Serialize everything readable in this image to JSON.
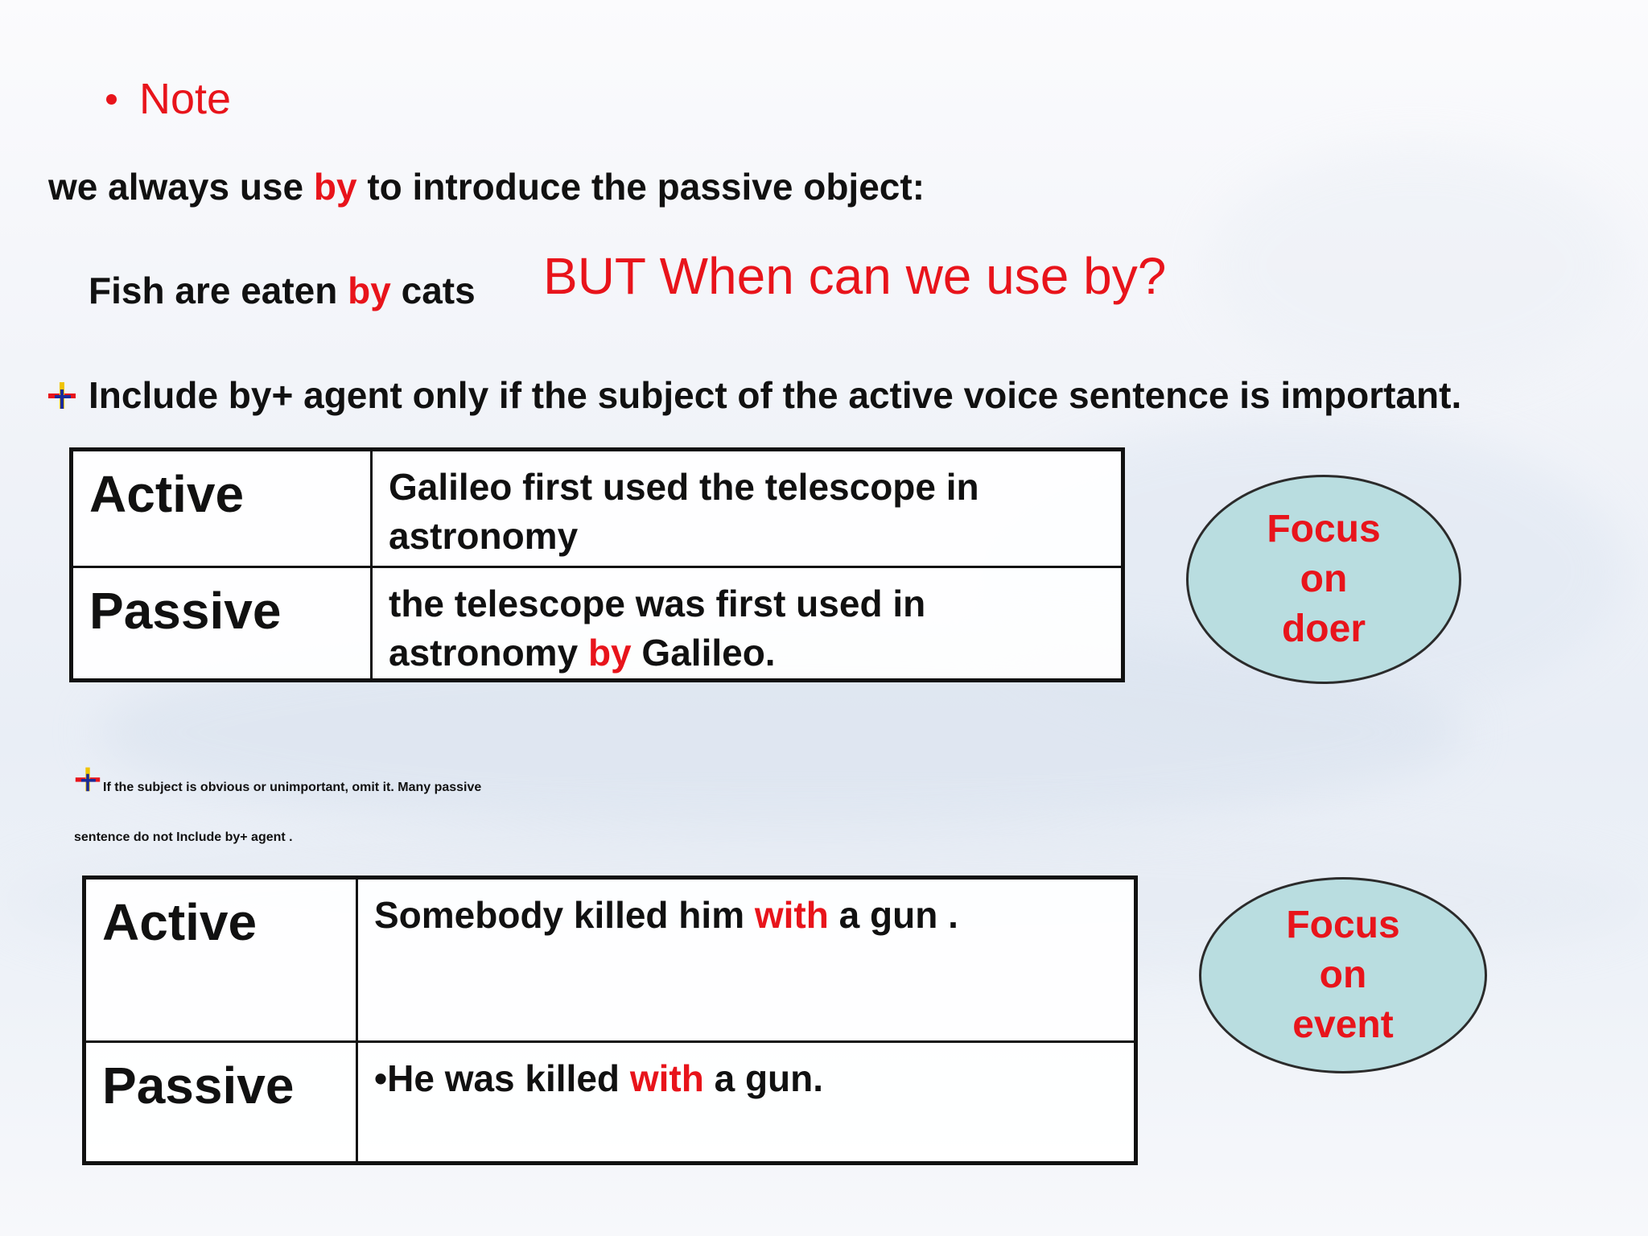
{
  "note": {
    "label": "Note"
  },
  "intro": {
    "before": "we always use ",
    "highlight": "by",
    "after": " to introduce the passive object:"
  },
  "example": {
    "before": "Fish are eaten ",
    "highlight": "by",
    "after": " cats"
  },
  "question": "BUT When can we use by?",
  "rule1": {
    "text": "Include by+ agent only if the subject of the active voice sentence is important."
  },
  "table1": {
    "active_label": "Active",
    "active_line1": "Galileo first used the telescope in",
    "active_line2": "astronomy",
    "passive_label": "Passive",
    "passive_line1": "the telescope  was first used in",
    "passive_line2_before": "astronomy ",
    "passive_line2_highlight": "by",
    "passive_line2_after": " Galileo."
  },
  "focus1": {
    "line1": "Focus",
    "line2": "on",
    "line3": "doer"
  },
  "rule2": {
    "line1": "If the subject is obvious or unimportant, omit it. Many passive",
    "line2": "sentence do not Include by+ agent ."
  },
  "table2": {
    "active_label": "Active",
    "active_before": "Somebody killed him ",
    "active_highlight": "with",
    "active_after": " a gun .",
    "passive_label": "Passive",
    "passive_before": "•He was killed ",
    "passive_highlight": "with",
    "passive_after": " a gun."
  },
  "focus2": {
    "line1": "Focus",
    "line2": "on",
    "line3": "event"
  },
  "colors": {
    "accent_red": "#e8141b",
    "ellipse_fill": "#b9dde0",
    "text": "#111111"
  },
  "icons": {
    "rule_bullet": "plus-bullet-icon"
  }
}
